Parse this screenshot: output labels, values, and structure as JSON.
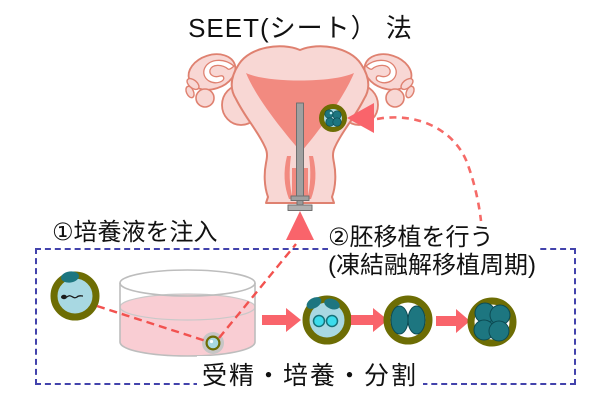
{
  "title": "SEET(シート） 法",
  "annotations": {
    "step1": "①培養液を注入",
    "step2_line1": "②胚移植を行う",
    "step2_line2": "(凍結融解移植周期)",
    "caption": "受精・培養・分割"
  },
  "colors": {
    "uterus_body": "#f8d7d4",
    "uterus_outline": "#df8170",
    "uterus_cavity": "#f28a80",
    "arrow_red": "#f9646b",
    "dash_red": "#f2524f",
    "box_border_blue": "#4343ac",
    "embryo_ring_olive": "#6d6d04",
    "embryo_cytoplasm_blue": "#a8d8e2",
    "cell_teal": "#1d7680",
    "pronucleus_cyan": "#3cdcec",
    "dish_liquid_pink": "#f9cdd3",
    "dish_outline_gray": "#bdbdbd",
    "catheter_gray": "#a0a0a0"
  }
}
